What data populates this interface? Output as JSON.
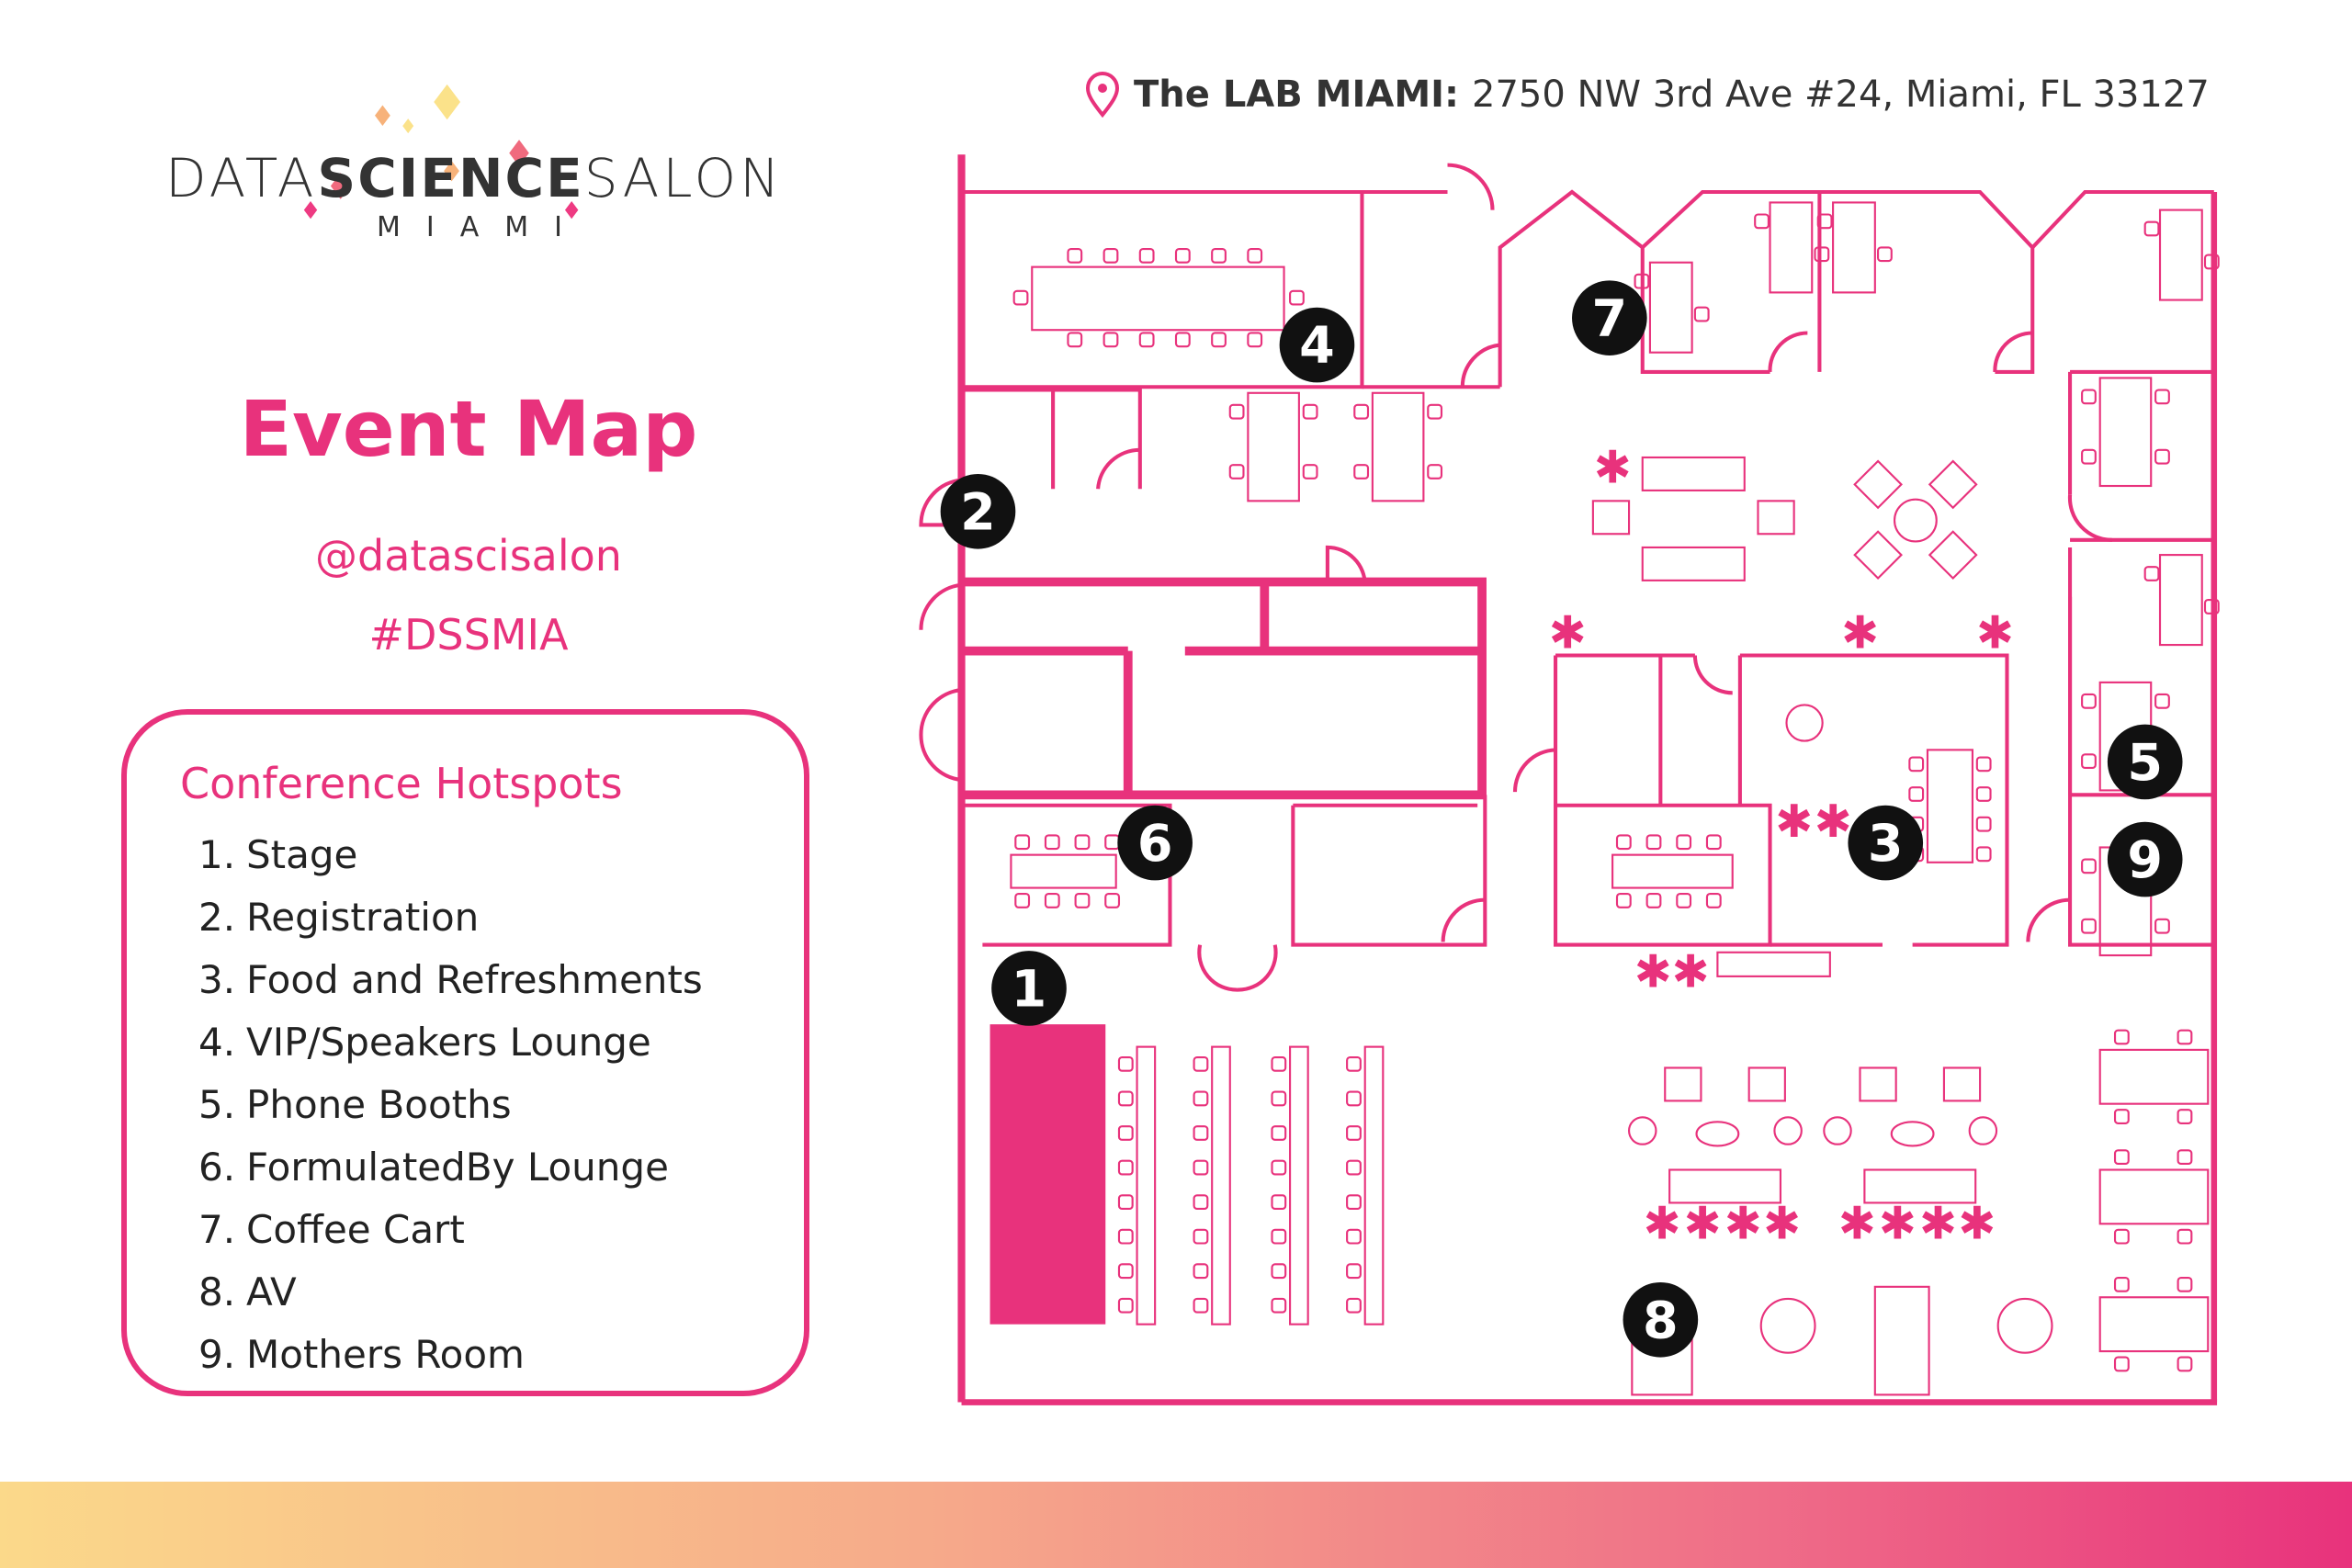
{
  "logo": {
    "part1": "DATA",
    "part2": "SCIENCE",
    "part3": "SALON",
    "sub": "MIAMI"
  },
  "title": "Event Map",
  "social": {
    "handle": "@datascisalon",
    "hashtag": "#DSSMIA"
  },
  "address": {
    "venue": "The LAB MIAMI:",
    "street": "2750 NW 3rd Ave #24, Miami, FL 33127",
    "icon": "map-pin-icon"
  },
  "hotspots": {
    "title": "Conference Hotspots",
    "items": [
      {
        "num": "1.",
        "label": "Stage"
      },
      {
        "num": "2.",
        "label": "Registration"
      },
      {
        "num": "3.",
        "label": "Food and Refreshments"
      },
      {
        "num": "4.",
        "label": "VIP/Speakers Lounge"
      },
      {
        "num": "5.",
        "label": "Phone Booths"
      },
      {
        "num": "6.",
        "label": "FormulatedBy Lounge"
      },
      {
        "num": "7.",
        "label": "Coffee Cart"
      },
      {
        "num": "8.",
        "label": "AV"
      },
      {
        "num": "9.",
        "label": "Mothers Room"
      }
    ]
  },
  "map": {
    "markers": [
      "1",
      "2",
      "3",
      "4",
      "5",
      "6",
      "7",
      "8",
      "9"
    ]
  },
  "colors": {
    "accent": "#e8327c",
    "text": "#333333",
    "gradient_start": "#fbd98a",
    "gradient_end": "#e8327c"
  }
}
